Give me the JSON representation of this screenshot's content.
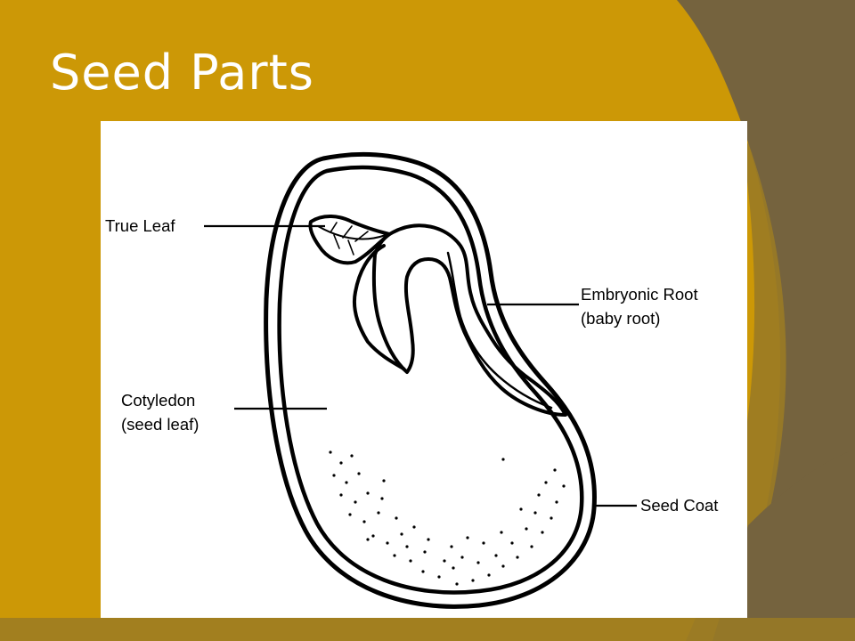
{
  "slide": {
    "title": "Seed Parts"
  },
  "colors": {
    "background": "#cc9806",
    "accent_dark": "#75633e",
    "accent_mid": "#9a7a25",
    "title_text": "#ffffff",
    "ink": "#000000",
    "panel": "#ffffff"
  },
  "diagram": {
    "labels": {
      "true_leaf": "True Leaf",
      "embryonic_root": "Embryonic Root",
      "embryonic_root_sub": "(baby root)",
      "cotyledon": "Cotyledon",
      "cotyledon_sub": "(seed leaf)",
      "seed_coat": "Seed Coat"
    }
  }
}
